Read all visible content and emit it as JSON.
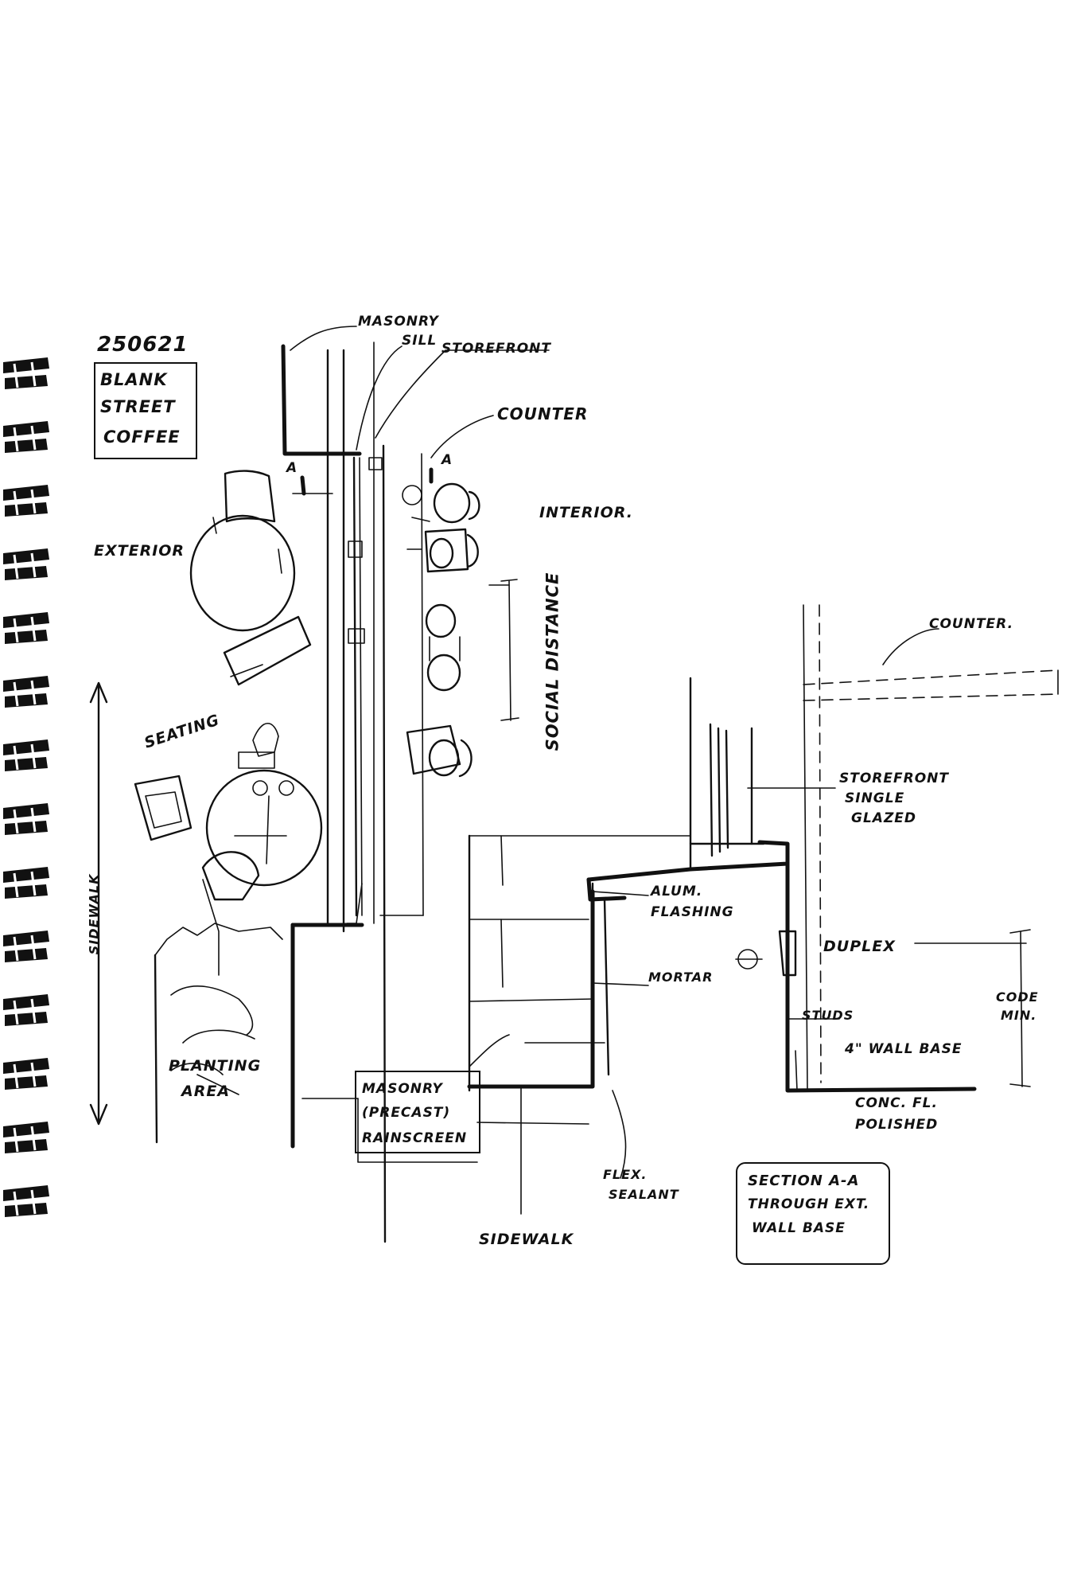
{
  "title_block": {
    "date": "250621",
    "project_line1": "BLANK",
    "project_line2": "STREET",
    "project_line3": "COFFEE"
  },
  "plan": {
    "exterior": "EXTERIOR",
    "interior": "INTERIOR.",
    "masonry": "MASONRY",
    "sill": "SILL",
    "storefront": "STOREFRONT",
    "counter": "COUNTER",
    "section_mark_a_left": "A",
    "section_mark_a_right": "A",
    "social_distance": "SOCIAL DISTANCE",
    "seating": "SEATING",
    "sidewalk": "SIDEWALK",
    "planting_area_line1": "PLANTING",
    "planting_area_line2": "AREA",
    "masonry_note_line1": "MASONRY",
    "masonry_note_line2": "(PRECAST)",
    "masonry_note_line3": "RAINSCREEN"
  },
  "section": {
    "counter": "COUNTER.",
    "storefront_line1": "STOREFRONT",
    "storefront_line2": "SINGLE",
    "storefront_line3": "GLAZED",
    "alum_flashing_line1": "ALUM.",
    "alum_flashing_line2": "FLASHING",
    "mortar": "MORTAR",
    "duplex": "DUPLEX",
    "studs": "STUDS",
    "wall_base": "4\" WALL BASE",
    "code_min_line1": "CODE",
    "code_min_line2": "MIN.",
    "conc_floor_line1": "CONC. FL.",
    "conc_floor_line2": "POLISHED",
    "flex_sealant_line1": "FLEX.",
    "flex_sealant_line2": "SEALANT",
    "sidewalk": "SIDEWALK",
    "section_title_line1": "SECTION A-A",
    "section_title_line2": "THROUGH EXT.",
    "section_title_line3": "WALL BASE"
  },
  "binding": {
    "ring_count": 14
  }
}
